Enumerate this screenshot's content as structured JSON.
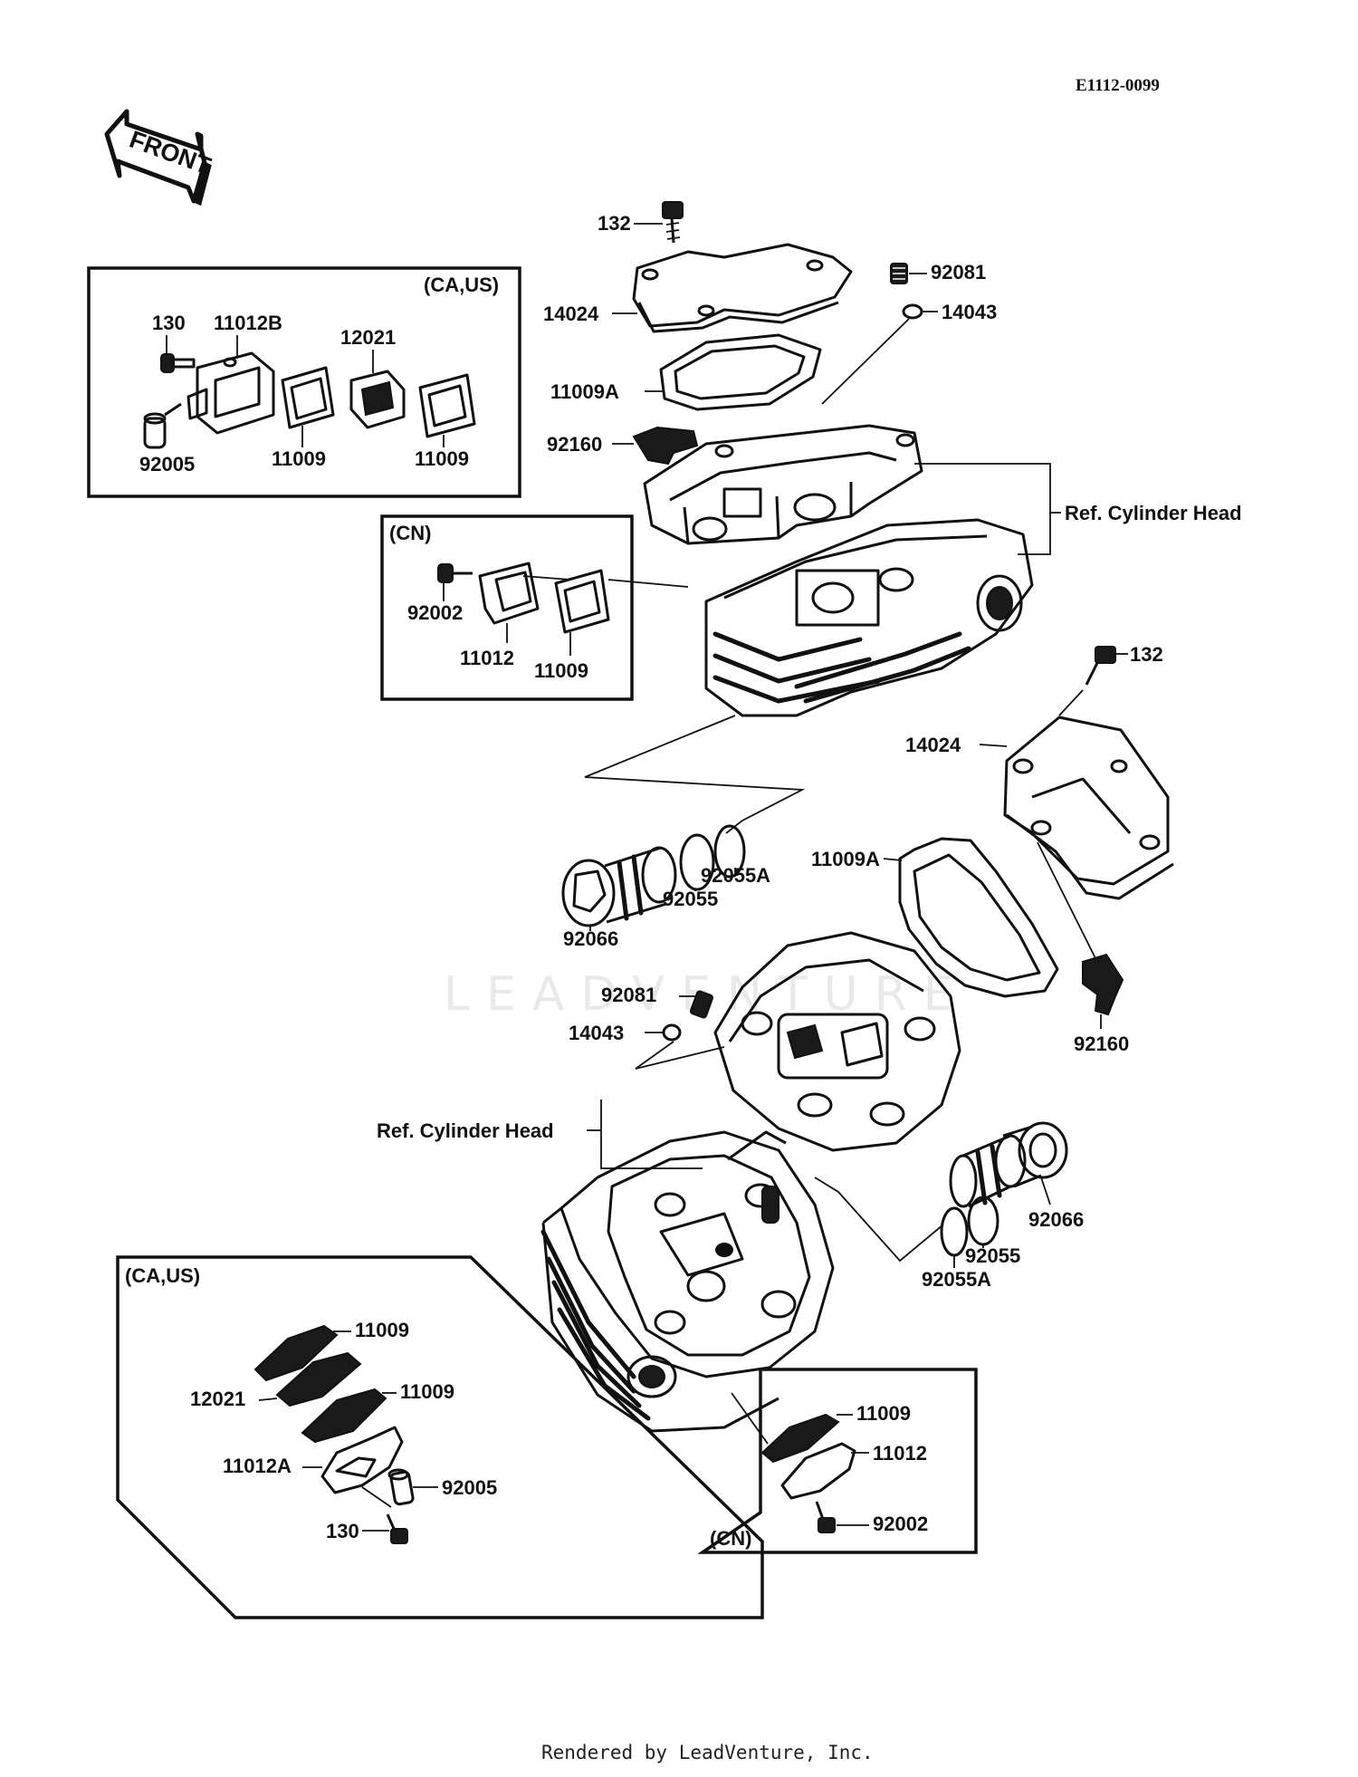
{
  "header": {
    "diagram_code": "E1112-0099",
    "front_label": "FRONT"
  },
  "boxes": {
    "top_left_region": "(CA,US)",
    "middle_left_region": "(CN)",
    "bottom_left_region": "(CA,US)",
    "bottom_right_region": "(CN)"
  },
  "labels": {
    "top": {
      "bolt_132": "132",
      "cover_14024": "14024",
      "gasket_11009A": "11009A",
      "cap_92160": "92160",
      "spring_92081": "92081",
      "ball_14043": "14043",
      "ref_cylinder_head": "Ref. Cylinder Head"
    },
    "box_ca_us_top": {
      "bolt_130": "130",
      "holder_11012B": "11012B",
      "valve_12021": "12021",
      "pipe_92005": "92005",
      "gasket_11009_a": "11009",
      "gasket_11009_b": "11009"
    },
    "box_cn_top": {
      "bolt_92002": "92002",
      "cover_11012": "11012",
      "gasket_11009": "11009"
    },
    "middle": {
      "plug_92066": "92066",
      "oring_92055": "92055",
      "oring_92055A": "92055A"
    },
    "right": {
      "bolt_132": "132",
      "cover_14024": "14024",
      "gasket_11009A": "11009A",
      "cap_92160": "92160"
    },
    "lower": {
      "spring_92081": "92081",
      "ball_14043": "14043",
      "ref_cylinder_head": "Ref. Cylinder Head",
      "plug_92066": "92066",
      "oring_92055": "92055",
      "oring_92055A": "92055A"
    },
    "box_ca_us_bottom": {
      "gasket_11009_a": "11009",
      "valve_12021": "12021",
      "gasket_11009_b": "11009",
      "holder_11012A": "11012A",
      "pipe_92005": "92005",
      "bolt_130": "130"
    },
    "box_cn_bottom": {
      "gasket_11009": "11009",
      "cover_11012": "11012",
      "bolt_92002": "92002"
    }
  },
  "footer": {
    "rendered_by": "Rendered by LeadVenture, Inc.",
    "watermark": "LEADVENTURE"
  },
  "colors": {
    "ink": "#111111",
    "paper": "#ffffff",
    "watermark": "#e9e9e9"
  }
}
